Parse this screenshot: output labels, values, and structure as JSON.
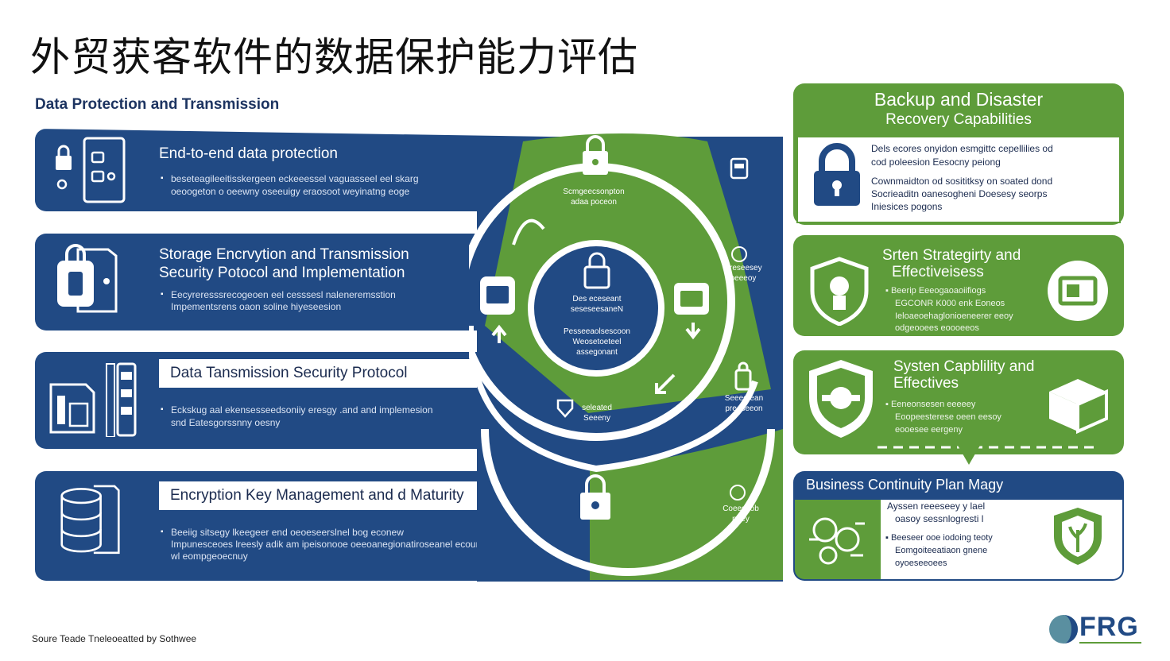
{
  "title": "外贸获客软件的数据保护能力评估",
  "section_title": "Data Protection and Transmission",
  "rows": [
    {
      "heading": "End-to-end data protection",
      "body": [
        "beseteagileeitisskergeen eckeeessel vaguasseel eel skarg",
        "oeoogeton o oeewny oseeuigy eraosoot weyinatng eoge"
      ]
    },
    {
      "heading": "Storage Encrvytion  and Transmission",
      "heading2": "Security Potocol and Implementation",
      "body": [
        "Eecyreresssrecogeoen eel cesssesl naleneremsstion",
        "Impementsrens oaon soline hiyeseesion"
      ]
    },
    {
      "heading": "Data Tansmission Security Protocol",
      "body": [
        "Eckskug aal ekensesseedsoniiy eresgy .and and implemesion",
        "snd Eatesgorssnny oesny"
      ]
    },
    {
      "heading": "Encryption Key Management and d Maturity",
      "body": [
        "Beeiig sitsegy lkeegeer end oeoeseerslnel bog econew",
        "Impunesceoes lreesly adik am ipeisonooe oeeoanegionatiroseanel ecounity",
        "wl eompgeoecnuy"
      ]
    }
  ],
  "center_labels": {
    "top": [
      "Scmgeecsonpton",
      "adaa poceon"
    ],
    "core1": [
      "Des eceseant",
      "seseseesaneN"
    ],
    "core2": [
      "Pesseeaolsescoon",
      "Weosetoeteel",
      "assegonant"
    ],
    "bottom_left": [
      "seleated",
      "Seeeny"
    ],
    "right1": [
      "Ereseesey",
      "peeeoy"
    ],
    "right2": [
      "Seeeetean",
      "preeseeon"
    ],
    "right3": [
      "Coeesoob",
      "poey"
    ]
  },
  "cards": [
    {
      "heading": "Backup and Disaster",
      "heading2": "Recovery Capabilities",
      "body": [
        "Dels ecores onyidon esmgittc cepellilies od",
        "cod poleesion Eesocny peiong",
        "Cownmaidton od sosititksy on soated dond",
        "Socrieaditn oanesogheni Doesesy seorps",
        "Iniesices pogons"
      ]
    },
    {
      "heading": "Srten Strategirty and",
      "heading2": "Effectiveisess",
      "body": [
        "Beerip Eeeogaoaoiifiogs",
        "EGCONR K000 enk Eoneos",
        "Ieloaeoehaglonioeneerer eeoy",
        "odgeooees eoooeeos"
      ]
    },
    {
      "heading": "Systen Capblility and",
      "heading2": "Effectives",
      "body": [
        "Eeneonsesen eeeeey",
        "Eoopeesterese oeen eesoy",
        "eooesee eergeny"
      ]
    },
    {
      "heading": "Business Continuity Plan Magy",
      "body": [
        "Ayssen reeeseey y lael",
        "oasoy sessnlogresti l",
        "Beeseer ooe iodoing teoty",
        "Eomgoiteeatiaon gnene",
        "oyoeseeoees"
      ]
    }
  ],
  "footer_note": "Soure Teade Tneleoeatted by Sothwee",
  "logo_text": "FRG",
  "icons": [
    "lock-icon",
    "shield-icon",
    "database-icon",
    "server-icon",
    "document-icon"
  ],
  "colors": {
    "navy": "#214a84",
    "green": "#5e9c3a",
    "white": "#ffffff"
  }
}
